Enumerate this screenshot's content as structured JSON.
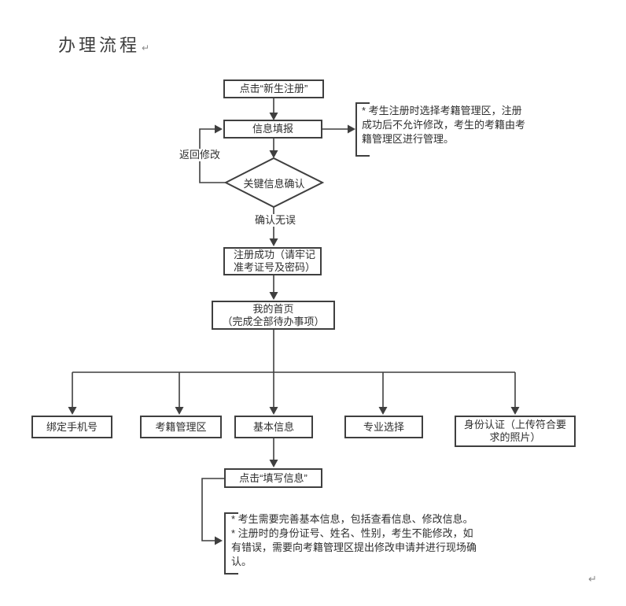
{
  "page": {
    "title": "办理流程",
    "paragraph_mark": "↵"
  },
  "flow": {
    "step_register": "点击“新生注册”",
    "step_fill_info": "信息填报",
    "decision_key_info": "关键信息确认",
    "label_return_modify": "返回修改",
    "label_confirmed": "确认无误",
    "step_register_success": "注册成功（请牢记\n准考证号及密码）",
    "step_my_homepage": "我的首页\n（完成全部待办事项）",
    "branch_bind_phone": "绑定手机号",
    "branch_exam_area": "考籍管理区",
    "branch_basic_info": "基本信息",
    "branch_major_select": "专业选择",
    "branch_identity_auth": "身份认证（上传符合要\n求的照片）",
    "step_click_fill": "点击“填写信息”"
  },
  "notes": {
    "register_note": "* 考生注册时选择考籍管理区，注册\n成功后不允许修改，考生的考籍由考\n籍管理区进行管理。",
    "basic_info_note": "* 考生需要完善基本信息，包括查看信息、修改信息。\n* 注册时的身份证号、姓名、性别，考生不能修改，如\n有错误，需要向考籍管理区提出修改申请并进行现场确\n认。"
  },
  "colors": {
    "line": "#3f3f3f",
    "text": "#2e2e2e"
  }
}
